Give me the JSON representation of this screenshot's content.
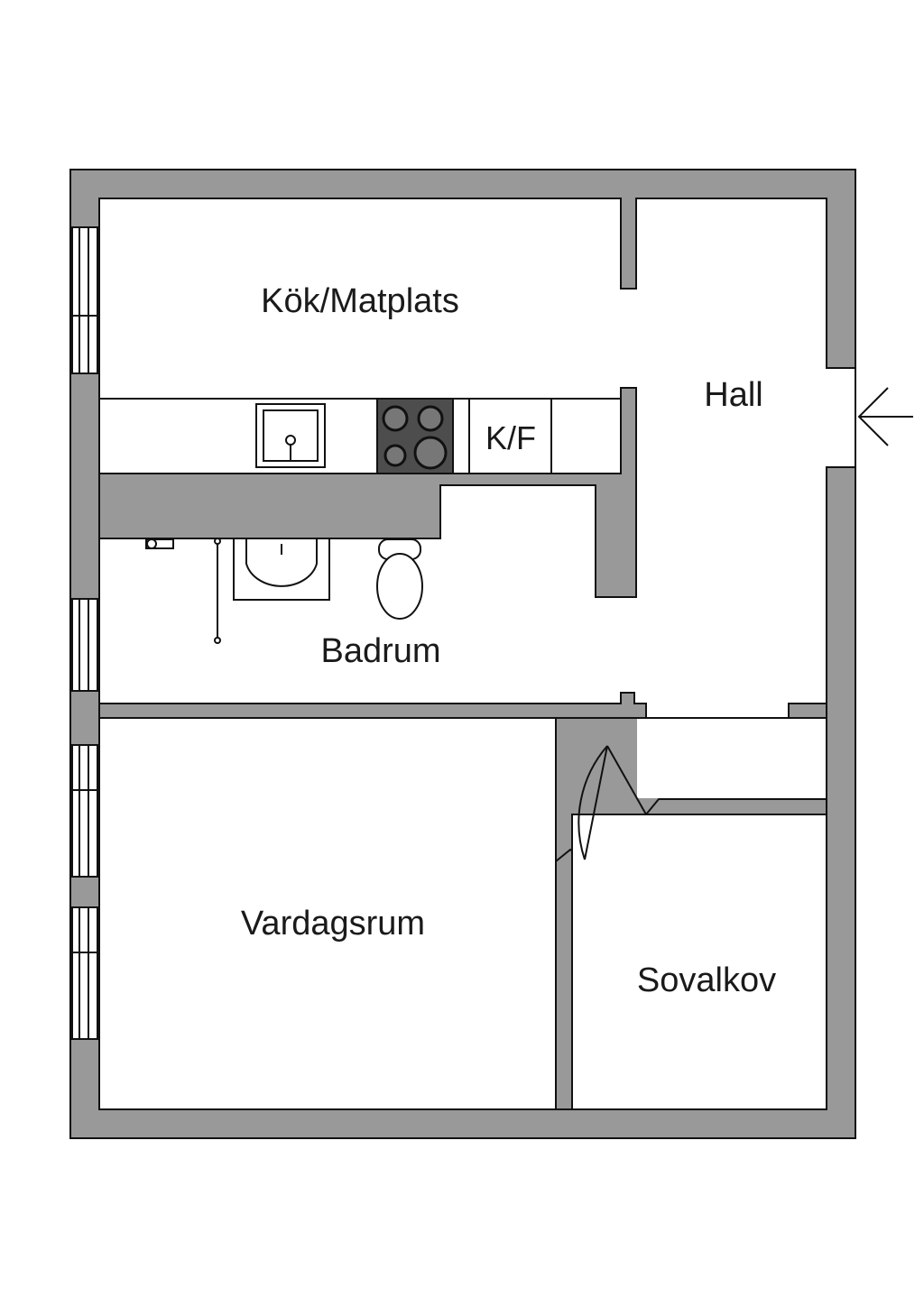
{
  "rooms": {
    "kitchen": "Kök/Matplats",
    "hall": "Hall",
    "bathroom": "Badrum",
    "living": "Vardagsrum",
    "bedroom": "Sovalkov"
  },
  "fixtures": {
    "fridge_freezer": "K/F"
  },
  "colors": {
    "wall": "#999999",
    "outline": "#111111",
    "stove": "#4d4d4d"
  },
  "icons": [
    "entrance-arrow-icon",
    "sink-icon",
    "stove-icon",
    "toilet-icon",
    "washbasin-icon",
    "shower-icon"
  ]
}
